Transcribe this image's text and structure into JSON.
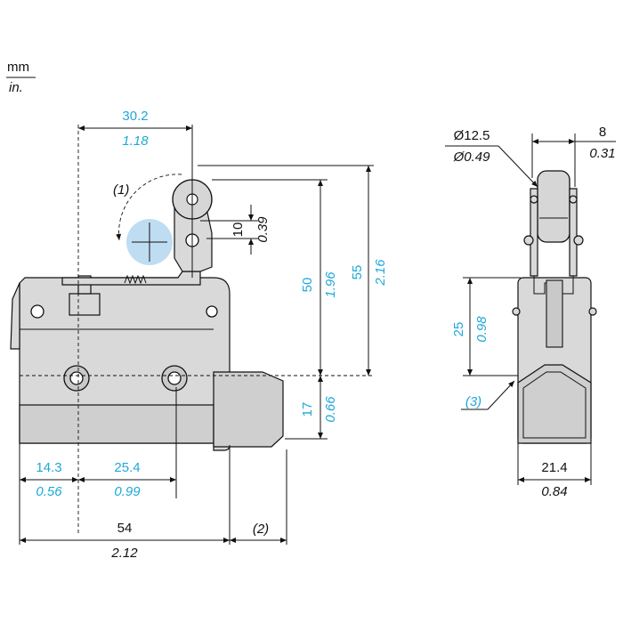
{
  "units": {
    "metric": "mm",
    "imperial": "in."
  },
  "front_view": {
    "width_top": {
      "mm": "30.2",
      "in": "1.18"
    },
    "note_1": "(1)",
    "roller_offset": {
      "mm": "10",
      "in": "0.39"
    },
    "height_50": {
      "mm": "50",
      "in": "1.96"
    },
    "height_55": {
      "mm": "55",
      "in": "2.16"
    },
    "height_17": {
      "mm": "17",
      "in": "0.66"
    },
    "hole_1": {
      "mm": "14.3",
      "in": "0.56"
    },
    "hole_spacing": {
      "mm": "25.4",
      "in": "0.99"
    },
    "total_width": {
      "mm": "54",
      "in": "2.12"
    },
    "note_2": "(2)"
  },
  "side_view": {
    "roller_dia": {
      "mm": "Ø12.5",
      "in": "Ø0.49"
    },
    "roller_width": {
      "mm": "8",
      "in": "0.31"
    },
    "height_25": {
      "mm": "25",
      "in": "0.98"
    },
    "note_3": "(3)",
    "width": {
      "mm": "21.4",
      "in": "0.84"
    }
  },
  "colors": {
    "imperial_text": "#1fa8d8",
    "metric_text": "#111111",
    "body_fill": "#d9d9d9"
  }
}
